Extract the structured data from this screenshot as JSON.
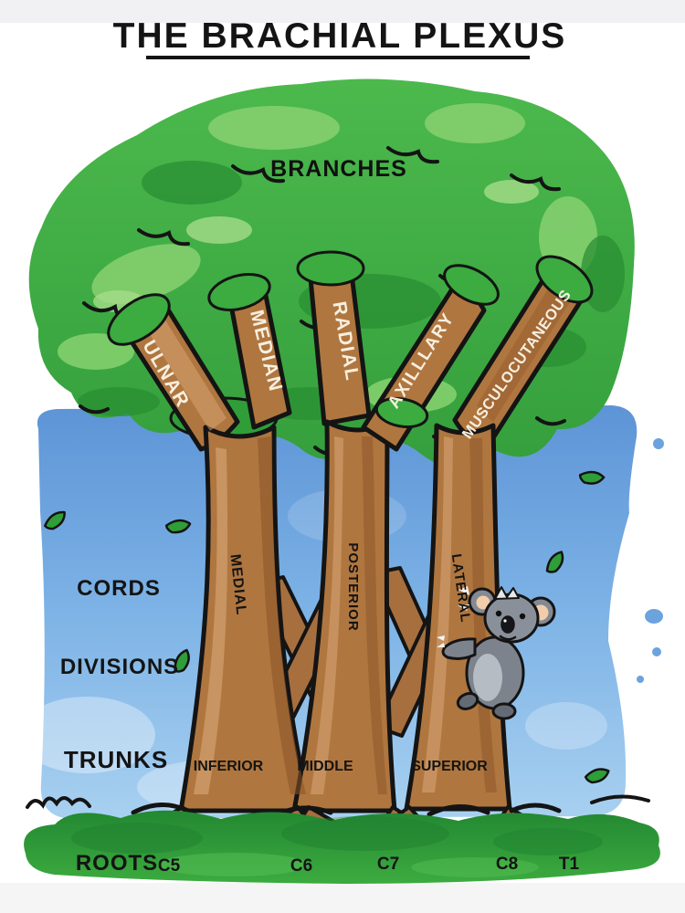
{
  "title": "THE BRACHIAL PLEXUS",
  "labels": {
    "canopy": "BRANCHES",
    "levels": [
      "CORDS",
      "DIVISIONS",
      "TRUNKS",
      "ROOTS"
    ],
    "branches": [
      "ULNAR",
      "MEDIAN",
      "RADIAL",
      "AXILLLARY",
      "MUSCULOCUTANEOUS"
    ],
    "cords": [
      "MEDIAL",
      "POSTERIOR",
      "LATERAL"
    ],
    "trunks": [
      "INFERIOR",
      "MIDDLE",
      "SUPERIOR"
    ],
    "roots": [
      "C5",
      "C6",
      "C7",
      "C8",
      "T1"
    ]
  },
  "colors": {
    "canopy_green": "#3fae41",
    "sky_blue": "#74aade",
    "trunk_brown": "#b0763f",
    "grass_green": "#2f9e38",
    "outline_black": "#141414",
    "branch_label": "#f7efdf"
  }
}
